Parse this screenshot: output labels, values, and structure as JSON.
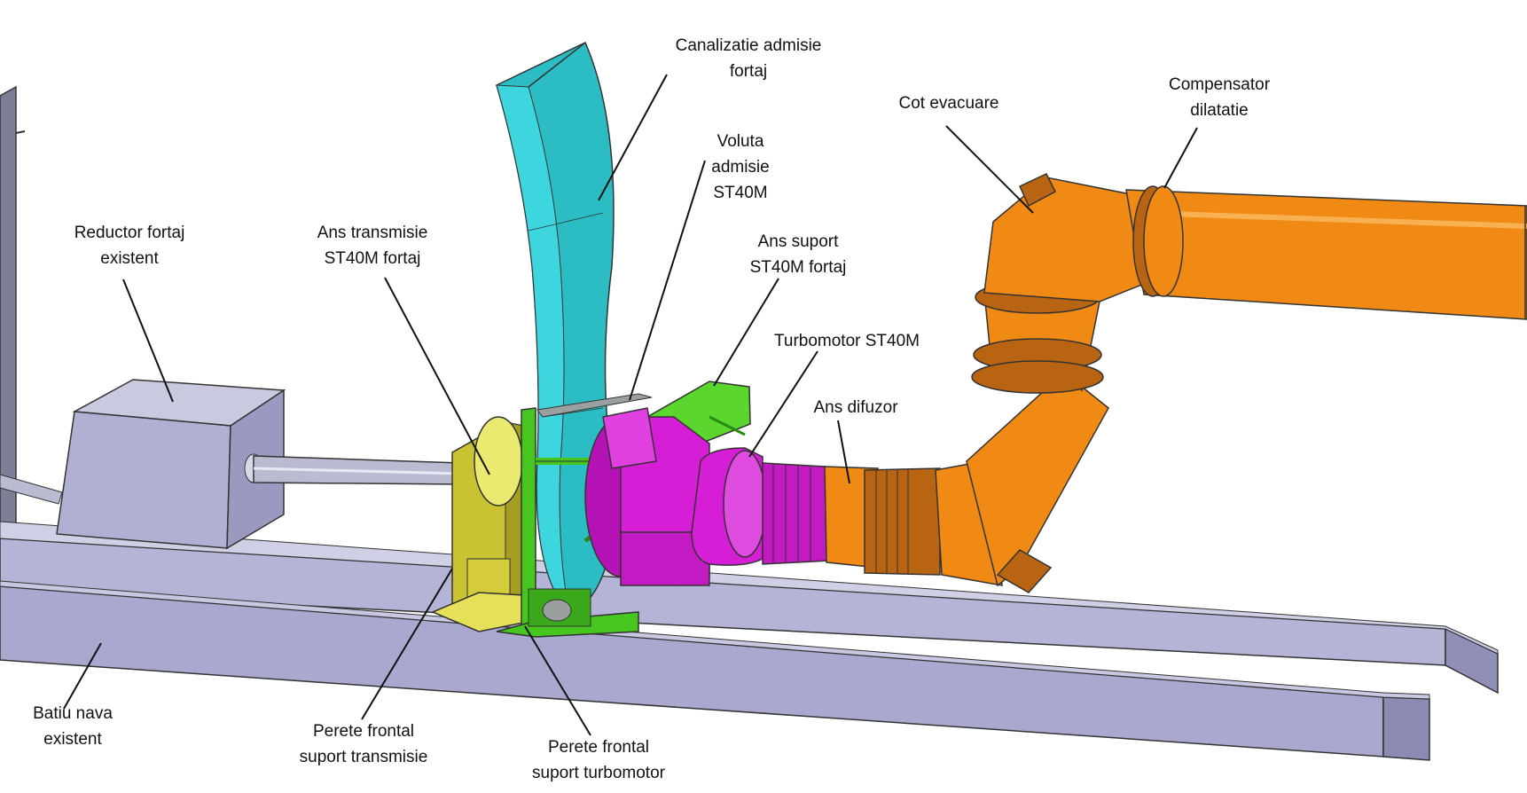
{
  "labels": {
    "canalizatie": [
      "Canalizatie admisie",
      "fortaj"
    ],
    "voluta": [
      "Voluta",
      "admisie",
      "ST40M"
    ],
    "ans_suport": [
      "Ans suport",
      "ST40M fortaj"
    ],
    "turbomotor": [
      "Turbomotor ST40M"
    ],
    "ans_difuzor": [
      "Ans difuzor"
    ],
    "cot_evacuare": [
      "Cot evacuare"
    ],
    "compensator": [
      "Compensator",
      "dilatatie"
    ],
    "reductor": [
      "Reductor fortaj",
      "existent"
    ],
    "ans_transmisie": [
      "Ans transmisie",
      "ST40M fortaj"
    ],
    "batiu": [
      "Batiu nava",
      "existent"
    ],
    "perete_transmisie": [
      "Perete frontal",
      "suport transmisie"
    ],
    "perete_turbomotor": [
      "Perete frontal",
      "suport turbomotor"
    ]
  },
  "colors": {
    "base_beam": "#a9a9cf",
    "reducer_box": "#b0b0d2",
    "shaft": "#b9bcd0",
    "intake_duct": "#2bbcc4",
    "transmission_support": "#d4cc3a",
    "transmission_plate": "#eaea70",
    "turbomotor_support": "#46c61e",
    "turbomotor": "#d51ed5",
    "diffuser_exhaust": "#f08a14",
    "outline": "#333333"
  }
}
